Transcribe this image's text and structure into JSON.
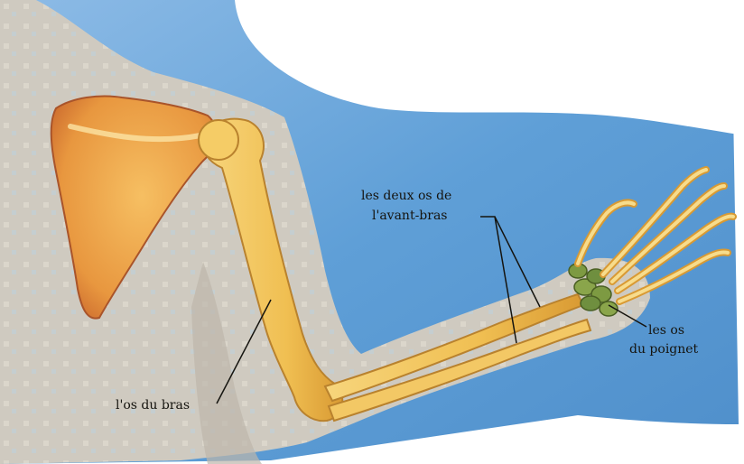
{
  "labels": {
    "forearm_line1": "les deux os de",
    "forearm_line2": "l'avant-bras",
    "humerus": "l'os du bras",
    "wrist_line1": "les os",
    "wrist_line2": "du poignet"
  },
  "colors": {
    "background_sky": "#5f9fd7",
    "skin_silhouette": "#cfcac0",
    "bone_fill": "#f2c35a",
    "bone_outline": "#b9822e",
    "scapula": "#e9a14d",
    "wrist_bones": "#6f8f3f",
    "label_text": "#15140f"
  }
}
